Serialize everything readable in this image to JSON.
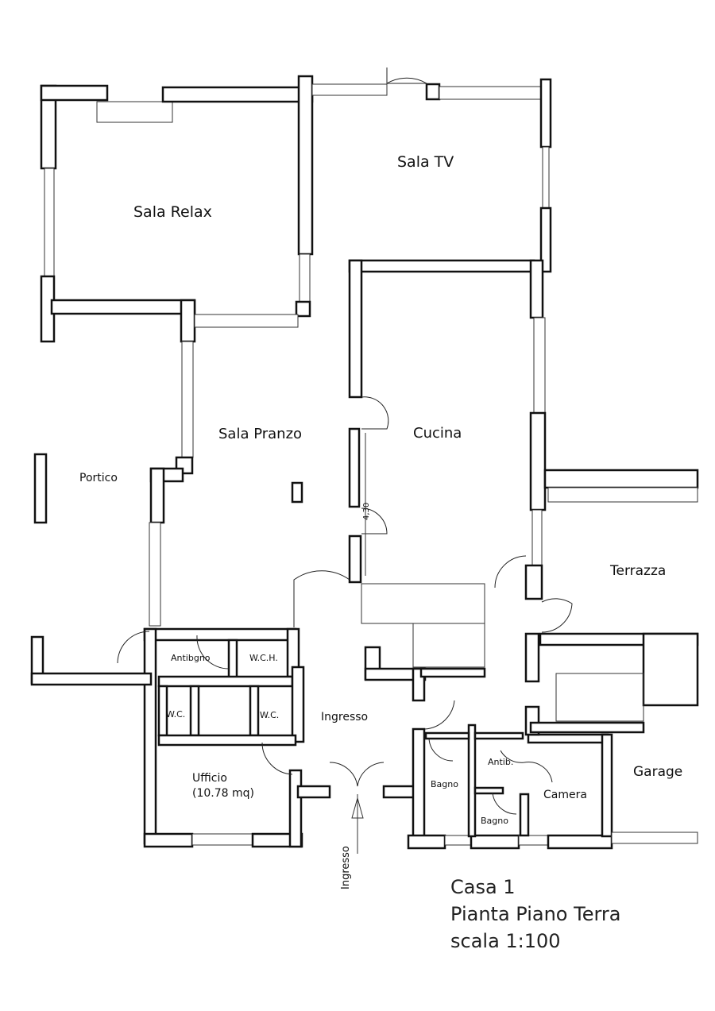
{
  "rooms": {
    "sala_relax": "Sala Relax",
    "sala_tv": "Sala TV",
    "sala_pranzo": "Sala Pranzo",
    "cucina": "Cucina",
    "portico": "Portico",
    "terrazza": "Terrazza",
    "antibagno": "Antibgno",
    "wch": "W.C.H.",
    "wc1": "W.C.",
    "wc2": "W.C.",
    "ingresso": "Ingresso",
    "ufficio": "Ufficio",
    "ufficio_area": "(10.78 mq)",
    "bagno1": "Bagno",
    "antib": "Antib.",
    "bagno2": "Bagno",
    "camera": "Camera",
    "garage": "Garage"
  },
  "entrance_label": "Ingresso",
  "dimension": "4,30",
  "title_block": {
    "line1": "Casa 1",
    "line2": "Pianta Piano Terra",
    "line3": "scala 1:100"
  }
}
